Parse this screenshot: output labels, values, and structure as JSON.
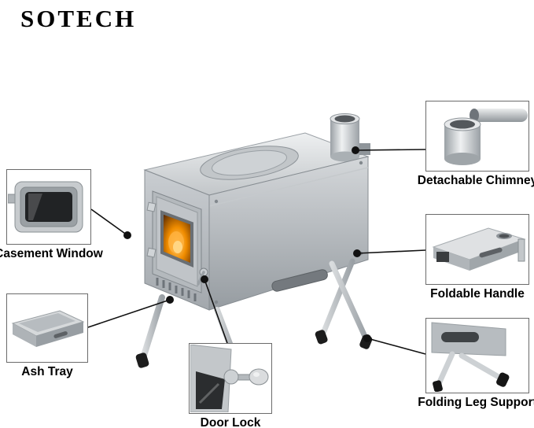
{
  "brand": {
    "logo": "SOTECH"
  },
  "product": {
    "name": "portable-wood-stove"
  },
  "callouts": [
    {
      "id": "casement-window",
      "label": "Casement Window",
      "image": "casement-window-photo"
    },
    {
      "id": "ash-tray",
      "label": "Ash Tray",
      "image": "ash-tray-photo"
    },
    {
      "id": "door-lock",
      "label": "Door Lock",
      "image": "door-lock-photo"
    },
    {
      "id": "detachable-chimney",
      "label": "Detachable Chimney",
      "image": "detachable-chimney-photo"
    },
    {
      "id": "foldable-handle",
      "label": "Foldable Handle",
      "image": "foldable-handle-photo"
    },
    {
      "id": "folding-leg-support",
      "label": "Folding Leg Support",
      "image": "folding-leg-support-photo"
    }
  ],
  "colors": {
    "steel_light": "#e8eaec",
    "steel_mid": "#b9bdc0",
    "steel_dark": "#8f959a",
    "fire_glow": "#f08c00",
    "connector_line": "#111111",
    "foot_black": "#1c1c1c"
  }
}
